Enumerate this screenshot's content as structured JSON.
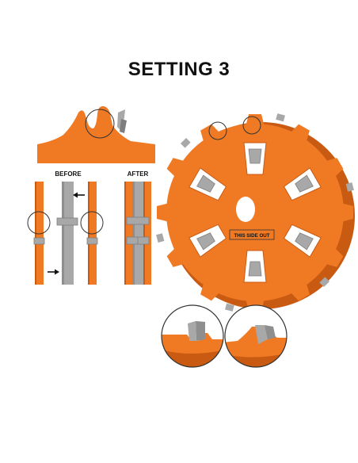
{
  "title": "SETTING 3",
  "labels": {
    "before": "BEFORE",
    "after": "AFTER",
    "side_label": "THIS SIDE OUT"
  },
  "colors": {
    "orange": "#F07A24",
    "orange_dark": "#C85A12",
    "gray": "#A8A8A8",
    "gray_dark": "#7E7E7E",
    "outline": "#333333"
  }
}
